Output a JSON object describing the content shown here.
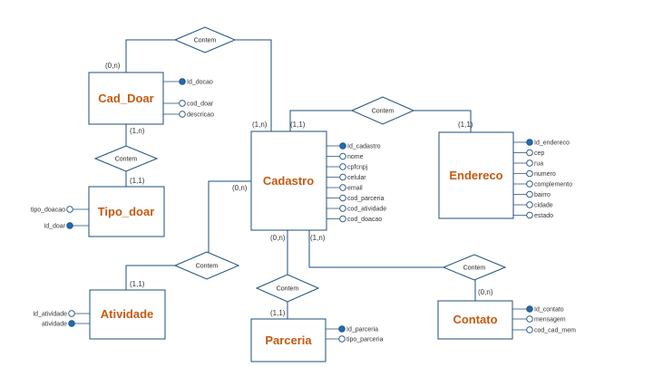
{
  "colors": {
    "entity_text": "#c55a11",
    "line": "#1f4e79",
    "key_fill": "#1f6bb5"
  },
  "entities": {
    "cad_doar": "Cad_Doar",
    "tipo_doar": "Tipo_doar",
    "cadastro": "Cadastro",
    "endereco": "Endereco",
    "atividade": "Atividade",
    "parceria": "Parceria",
    "contato": "Contato"
  },
  "relationships": {
    "top": "Contem",
    "caddoar_tipodoar": "Contem",
    "cadastro_endereco": "Contem",
    "cadastro_atividade": "Contem",
    "cadastro_parceria": "Contem",
    "cadastro_contato": "Contem"
  },
  "cardinalities": {
    "caddoar_top": "(0,n)",
    "cadastro_top": "(1,n)",
    "cadastro_endereco": "(1,1)",
    "endereco": "(1,1)",
    "caddoar_bottom": "(1,n)",
    "tipodoar_top": "(1,1)",
    "cadastro_left": "(0,n)",
    "atividade_top": "(1,1)",
    "cadastro_bottom_left": "(0,n)",
    "cadastro_bottom_right": "(1,n)",
    "parceria_top": "(1,1)",
    "contato_top": "(0,n)"
  },
  "attributes": {
    "cad_doar": [
      {
        "name": "Id_docao",
        "key": true
      },
      {
        "name": "cod_doar",
        "key": false
      },
      {
        "name": "descricao",
        "key": false
      }
    ],
    "tipo_doar": [
      {
        "name": "tipo_doacao",
        "key": false
      },
      {
        "name": "Id_doar",
        "key": true
      }
    ],
    "cadastro": [
      {
        "name": "Id_cadastro",
        "key": true
      },
      {
        "name": "nome",
        "key": false
      },
      {
        "name": "cpfcnpj",
        "key": false
      },
      {
        "name": "celular",
        "key": false
      },
      {
        "name": "email",
        "key": false
      },
      {
        "name": "cod_parceria",
        "key": false
      },
      {
        "name": "cod_atividade",
        "key": false
      },
      {
        "name": "cod_doacao",
        "key": false
      }
    ],
    "endereco": [
      {
        "name": "Id_endereco",
        "key": true
      },
      {
        "name": "cep",
        "key": false
      },
      {
        "name": "rua",
        "key": false
      },
      {
        "name": "numero",
        "key": false
      },
      {
        "name": "complemento",
        "key": false
      },
      {
        "name": "bairro",
        "key": false
      },
      {
        "name": "cidade",
        "key": false
      },
      {
        "name": "estado",
        "key": false
      }
    ],
    "atividade": [
      {
        "name": "Id_atividade",
        "key": false
      },
      {
        "name": "atividade",
        "key": true
      }
    ],
    "parceria": [
      {
        "name": "Id_parceria",
        "key": true
      },
      {
        "name": "tipo_parceria",
        "key": false
      }
    ],
    "contato": [
      {
        "name": "Id_contato",
        "key": true
      },
      {
        "name": "mensagem",
        "key": false
      },
      {
        "name": "cod_cad_mem",
        "key": false
      }
    ]
  }
}
